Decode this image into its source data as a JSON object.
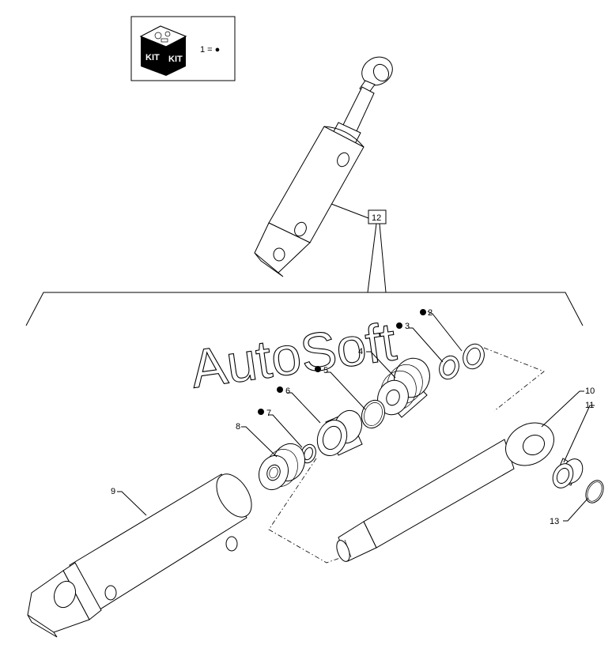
{
  "kit_legend": {
    "icon_text_left": "KIT",
    "icon_text_right": "KIT",
    "text": "1 = ●"
  },
  "assembly_label": "12",
  "callouts": [
    {
      "id": "c2",
      "text": "2",
      "kit": true
    },
    {
      "id": "c3",
      "text": "3",
      "kit": true
    },
    {
      "id": "c4",
      "text": "4",
      "kit": false
    },
    {
      "id": "c5",
      "text": "5",
      "kit": true
    },
    {
      "id": "c6",
      "text": "6",
      "kit": true
    },
    {
      "id": "c7",
      "text": "7",
      "kit": true
    },
    {
      "id": "c8",
      "text": "8",
      "kit": false
    },
    {
      "id": "c9",
      "text": "9",
      "kit": false
    },
    {
      "id": "c10",
      "text": "10",
      "kit": false
    },
    {
      "id": "c11",
      "text": "11",
      "kit": false
    },
    {
      "id": "c13",
      "text": "13",
      "kit": false
    }
  ],
  "watermark": "AutoSoft"
}
